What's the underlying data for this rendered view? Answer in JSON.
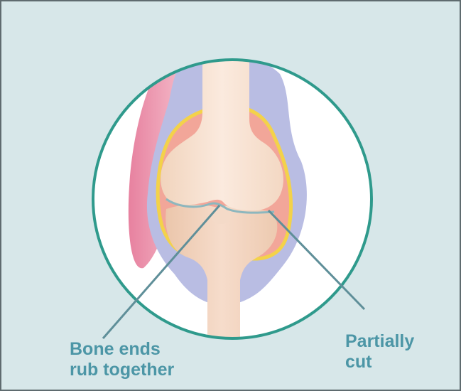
{
  "colors": {
    "background": "#d7e7e9",
    "circle_stroke": "#2f9a8c",
    "label_text": "#4c96a6",
    "capsule": "#b9bde3",
    "muscle": "#e27d9c",
    "synovium": "#f0a59a",
    "cartilage_line": "#f3d24a",
    "bone": "#f6dcc6",
    "bone_upper": "#fae9dd",
    "leader_line": "#5f8f99"
  },
  "labels": {
    "bone_ends": [
      "Bone ends",
      "rub together"
    ],
    "partially_cut": [
      "Partially",
      "cut"
    ]
  }
}
